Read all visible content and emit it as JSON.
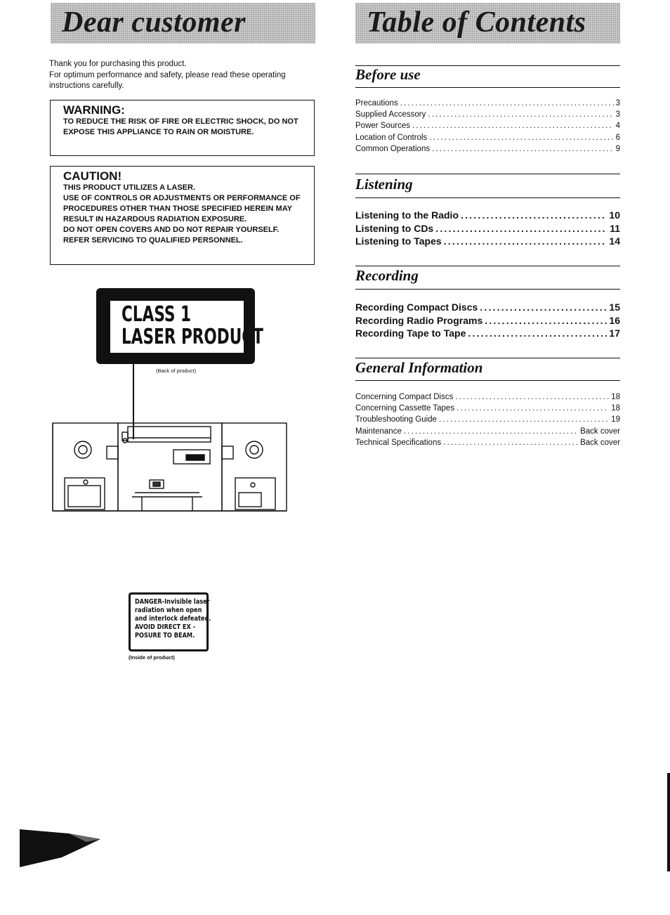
{
  "left_banner": {
    "title": "Dear customer"
  },
  "right_banner": {
    "title": "Table of Contents"
  },
  "intro": {
    "line1": "Thank you for purchasing this product.",
    "line2": "For optimum performance and safety, please read these operating instructions carefully."
  },
  "warning": {
    "heading": "WARNING:",
    "text": "TO REDUCE THE RISK OF FIRE OR ELECTRIC SHOCK, DO NOT EXPOSE THIS APPLIANCE TO RAIN OR MOISTURE."
  },
  "caution": {
    "heading": "CAUTION!",
    "line1": "THIS PRODUCT UTILIZES A LASER.",
    "line2": "USE OF CONTROLS OR ADJUSTMENTS OR PERFORMANCE OF PROCEDURES OTHER THAN THOSE SPECIFIED HEREIN MAY RESULT IN HAZARDOUS RADIATION EXPOSURE.",
    "line3": "DO NOT OPEN COVERS AND DO NOT REPAIR YOURSELF. REFER SERVICING TO QUALIFIED PERSONNEL."
  },
  "laser_label": {
    "line1": "CLASS 1",
    "line2": "LASER PRODUCT",
    "caption": "(Back of product)"
  },
  "danger_label": {
    "lines": [
      "DANGER-Invisible laser",
      "radiation when open",
      "and interlock defeated.",
      "AVOID DIRECT EX -",
      "POSURE TO BEAM."
    ],
    "caption": "(Inside of product)"
  },
  "toc": {
    "before_use": {
      "title": "Before use",
      "items": [
        {
          "title": "Precautions",
          "page": "3"
        },
        {
          "title": "Supplied Accessory",
          "page": "3"
        },
        {
          "title": "Power Sources",
          "page": "4"
        },
        {
          "title": "Location of Controls",
          "page": "6"
        },
        {
          "title": "Common Operations",
          "page": "9"
        }
      ]
    },
    "listening": {
      "title": "Listening",
      "items": [
        {
          "title": "Listening to the Radio",
          "page": "10"
        },
        {
          "title": "Listening to CDs",
          "page": "11"
        },
        {
          "title": "Listening to Tapes",
          "page": "14"
        }
      ]
    },
    "recording": {
      "title": "Recording",
      "items": [
        {
          "title": "Recording Compact Discs",
          "page": "15"
        },
        {
          "title": "Recording Radio Programs",
          "page": "16"
        },
        {
          "title": "Recording Tape to Tape",
          "page": "17"
        }
      ]
    },
    "general": {
      "title": "General Information",
      "items": [
        {
          "title": "Concerning Compact Discs",
          "page": "18"
        },
        {
          "title": "Concerning Cassette Tapes",
          "page": "18"
        },
        {
          "title": "Troubleshooting Guide",
          "page": "19"
        },
        {
          "title": "Maintenance",
          "page": "Back cover"
        },
        {
          "title": "Technical Specifications",
          "page": "Back cover"
        }
      ]
    }
  }
}
